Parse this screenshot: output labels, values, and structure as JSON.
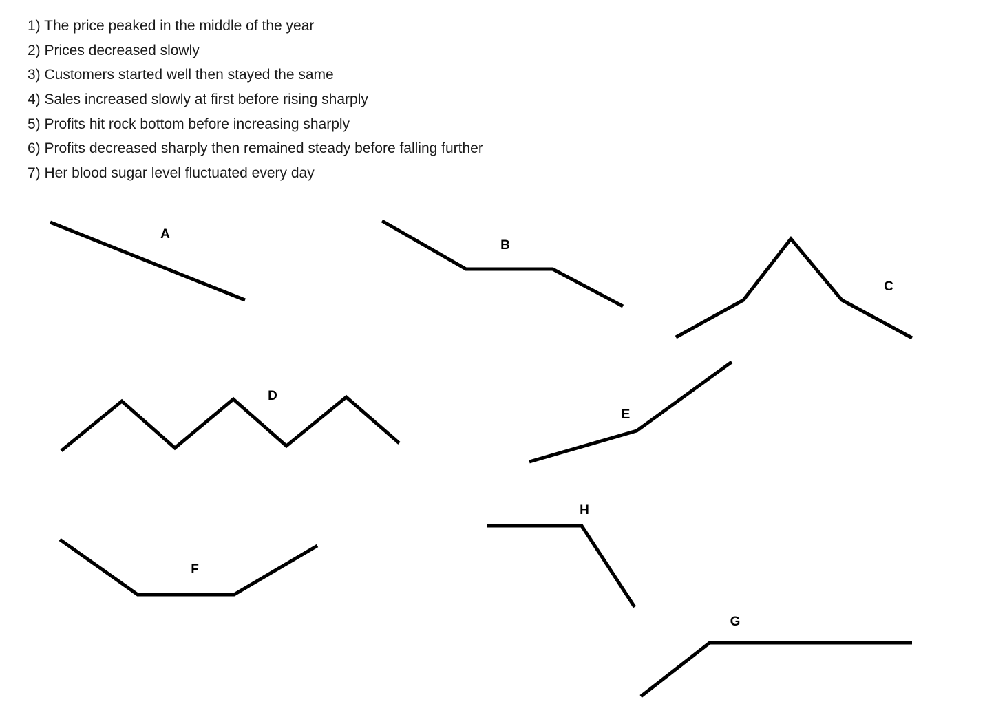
{
  "statements": [
    "1) The price peaked in the middle of the year",
    "2) Prices decreased slowly",
    "3) Customers started well then stayed the same",
    "4) Sales increased slowly at first before rising sharply",
    "5) Profits hit rock bottom before increasing sharply",
    "6) Profits decreased sharply then remained steady before falling further",
    "7) Her blood sugar level fluctuated every day"
  ],
  "graphs": [
    {
      "id": "A",
      "label": "A"
    },
    {
      "id": "B",
      "label": "B"
    },
    {
      "id": "C",
      "label": "C"
    },
    {
      "id": "D",
      "label": "D"
    },
    {
      "id": "E",
      "label": "E"
    },
    {
      "id": "F",
      "label": "F"
    },
    {
      "id": "G",
      "label": "G"
    },
    {
      "id": "H",
      "label": "H"
    }
  ],
  "colors": {
    "text": "#1a1a1a",
    "line": "#000000",
    "background": "#ffffff"
  }
}
